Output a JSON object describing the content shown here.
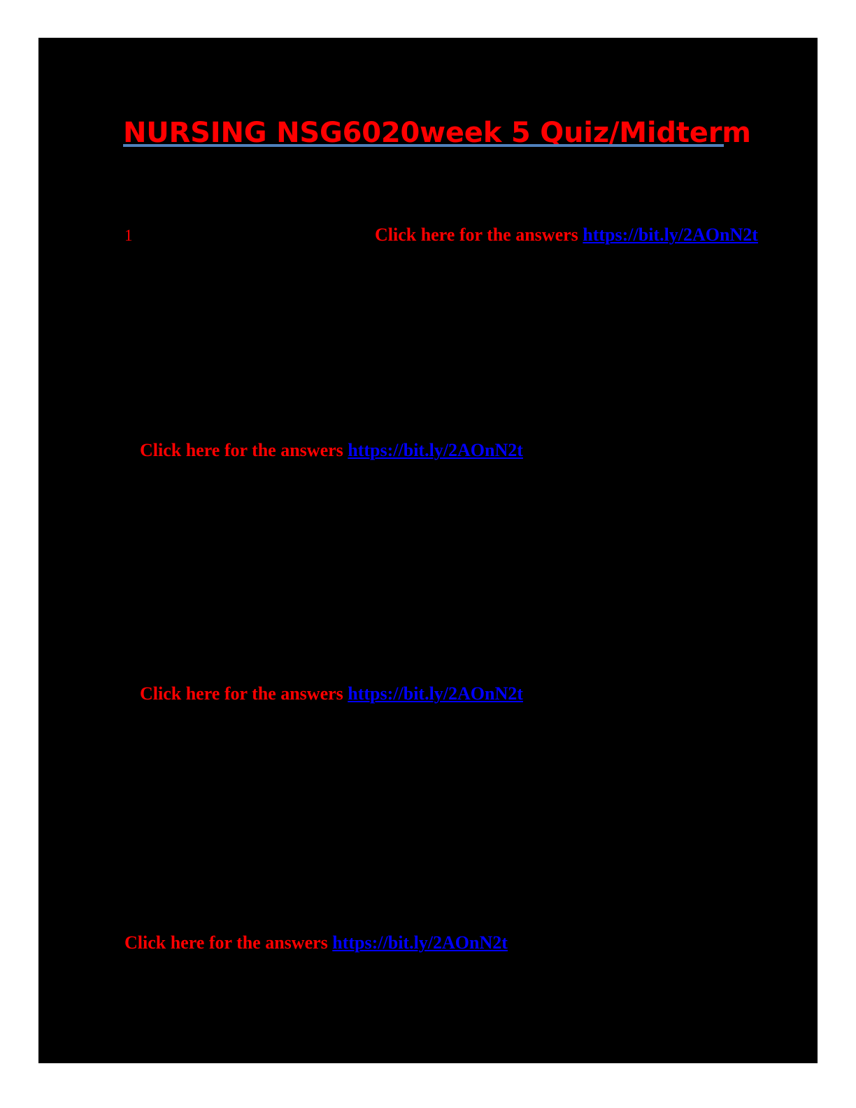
{
  "document": {
    "title": "NURSING NSG6020week 5 Quiz/Midterm",
    "page_background": "#000000",
    "canvas_background": "#ffffff",
    "accent_rule_color": "#4f81bd",
    "heading_color": "#ff0000",
    "link_color": "#0000ff",
    "body_text_color": "#000000"
  },
  "question_number": "1",
  "answer_lines": [
    {
      "lead_text": "Click here for the answers ",
      "link_text": "https://bit.ly/2AOnN2t"
    },
    {
      "lead_text": "Click here for the answers ",
      "link_text": "https://bit.ly/2AOnN2t"
    },
    {
      "lead_text": "Click here for the answers ",
      "link_text": "https://bit.ly/2AOnN2t"
    },
    {
      "lead_text": "Click here for the answers ",
      "link_text": "https://bit.ly/2AOnN2t"
    }
  ],
  "hidden_body_text": [
    "",
    "",
    "",
    ""
  ]
}
